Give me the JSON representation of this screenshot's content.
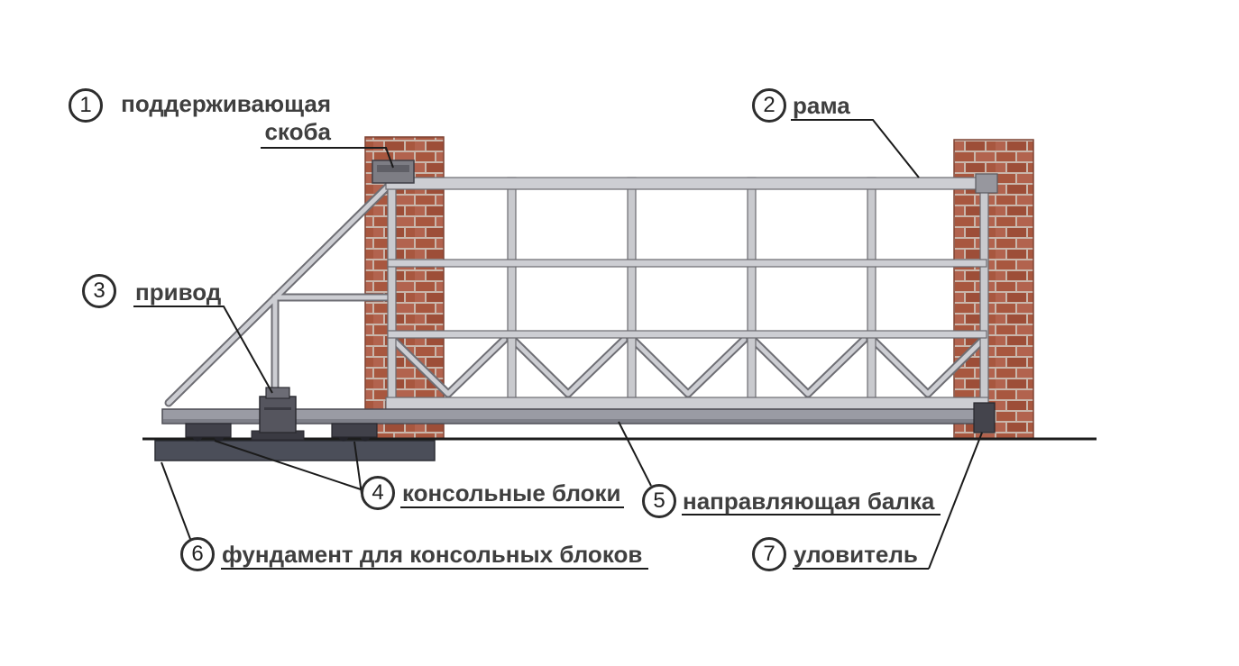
{
  "callouts": {
    "c1": {
      "num": "1",
      "line1": "поддерживающая",
      "line2": "скоба"
    },
    "c2": {
      "num": "2",
      "line1": "рама"
    },
    "c3": {
      "num": "3",
      "line1": "привод"
    },
    "c4": {
      "num": "4",
      "line1": "консольные блоки"
    },
    "c5": {
      "num": "5",
      "line1": "направляющая балка"
    },
    "c6": {
      "num": "6",
      "line1": "фундамент для консольных блоков"
    },
    "c7": {
      "num": "7",
      "line1": "уловитель"
    }
  },
  "colors": {
    "background": "#ffffff",
    "brick": "#a8573f",
    "brick_alt": "#b2634e",
    "mortar": "#c9b6ab",
    "frame_fill": "#cdced3",
    "frame_stroke": "#6e6e74",
    "guide_beam": "#9a9ba4",
    "hardware_dark": "#4a4a52",
    "foundation": "#4b4e59",
    "callout_line": "#1b1b1b",
    "label_text": "#3f3f3f"
  }
}
